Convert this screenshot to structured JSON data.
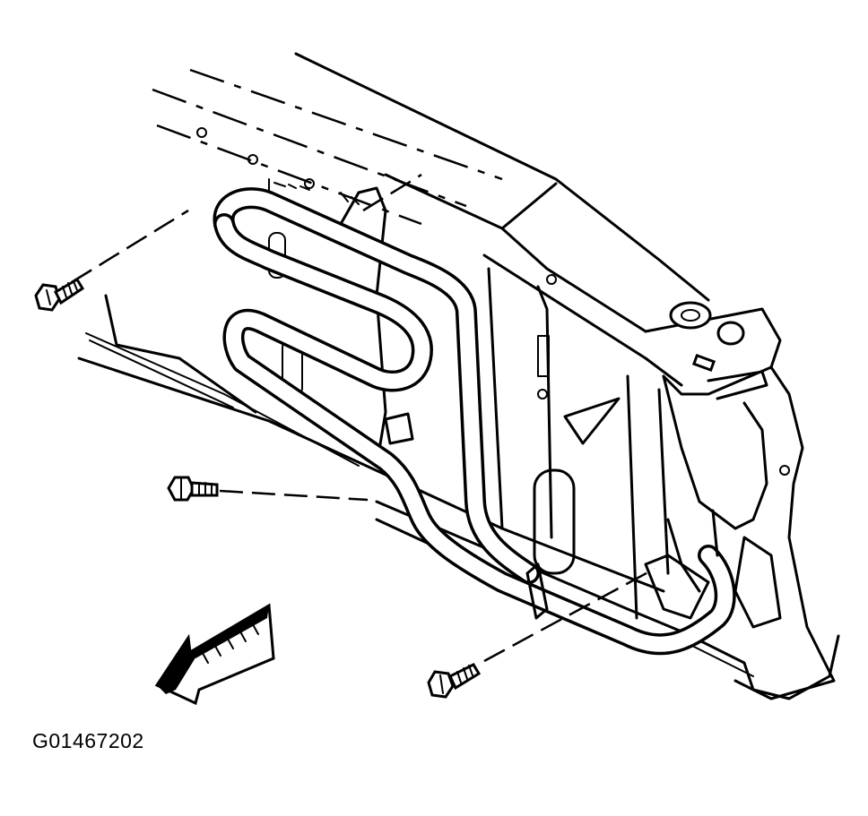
{
  "figure": {
    "id_label": "G01467202"
  },
  "parts": {
    "radiator_support": "radiator-support",
    "cooler": "transmission-oil-cooler",
    "bolts": [
      "upper-left-bolt",
      "middle-left-bolt",
      "lower-right-bolt"
    ],
    "direction_arrow": "front-direction-arrow"
  },
  "colors": {
    "line": "#000000",
    "background": "#ffffff"
  }
}
